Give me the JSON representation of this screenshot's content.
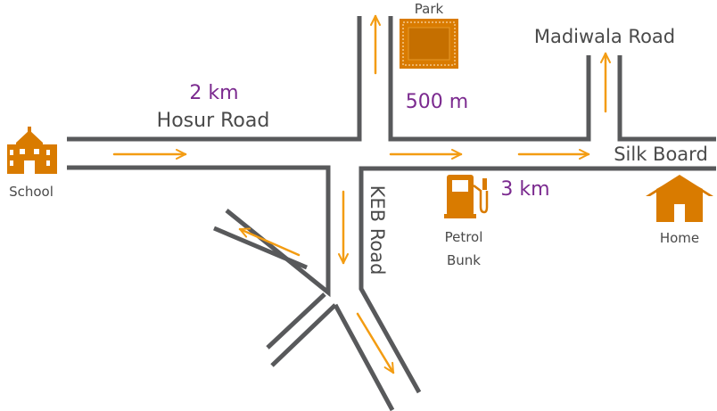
{
  "labels": {
    "park": "Park",
    "madiwala": "Madiwala Road",
    "distance_hosur": "2 km",
    "hosur": "Hosur Road",
    "distance_park": "500 m",
    "silk_board": "Silk Board",
    "school": "School",
    "keb": "KEB Road",
    "distance_silk": "3 km",
    "petrol_line1": "Petrol",
    "petrol_line2": "Bunk",
    "home": "Home"
  },
  "colors": {
    "road": "#58595b",
    "arrow": "#f39c12",
    "icon": "#d97b00",
    "distance_text": "#7b2a8f",
    "label_text": "#4a4a4a"
  },
  "icons": [
    "school-icon",
    "park-icon",
    "petrol-pump-icon",
    "home-icon"
  ]
}
